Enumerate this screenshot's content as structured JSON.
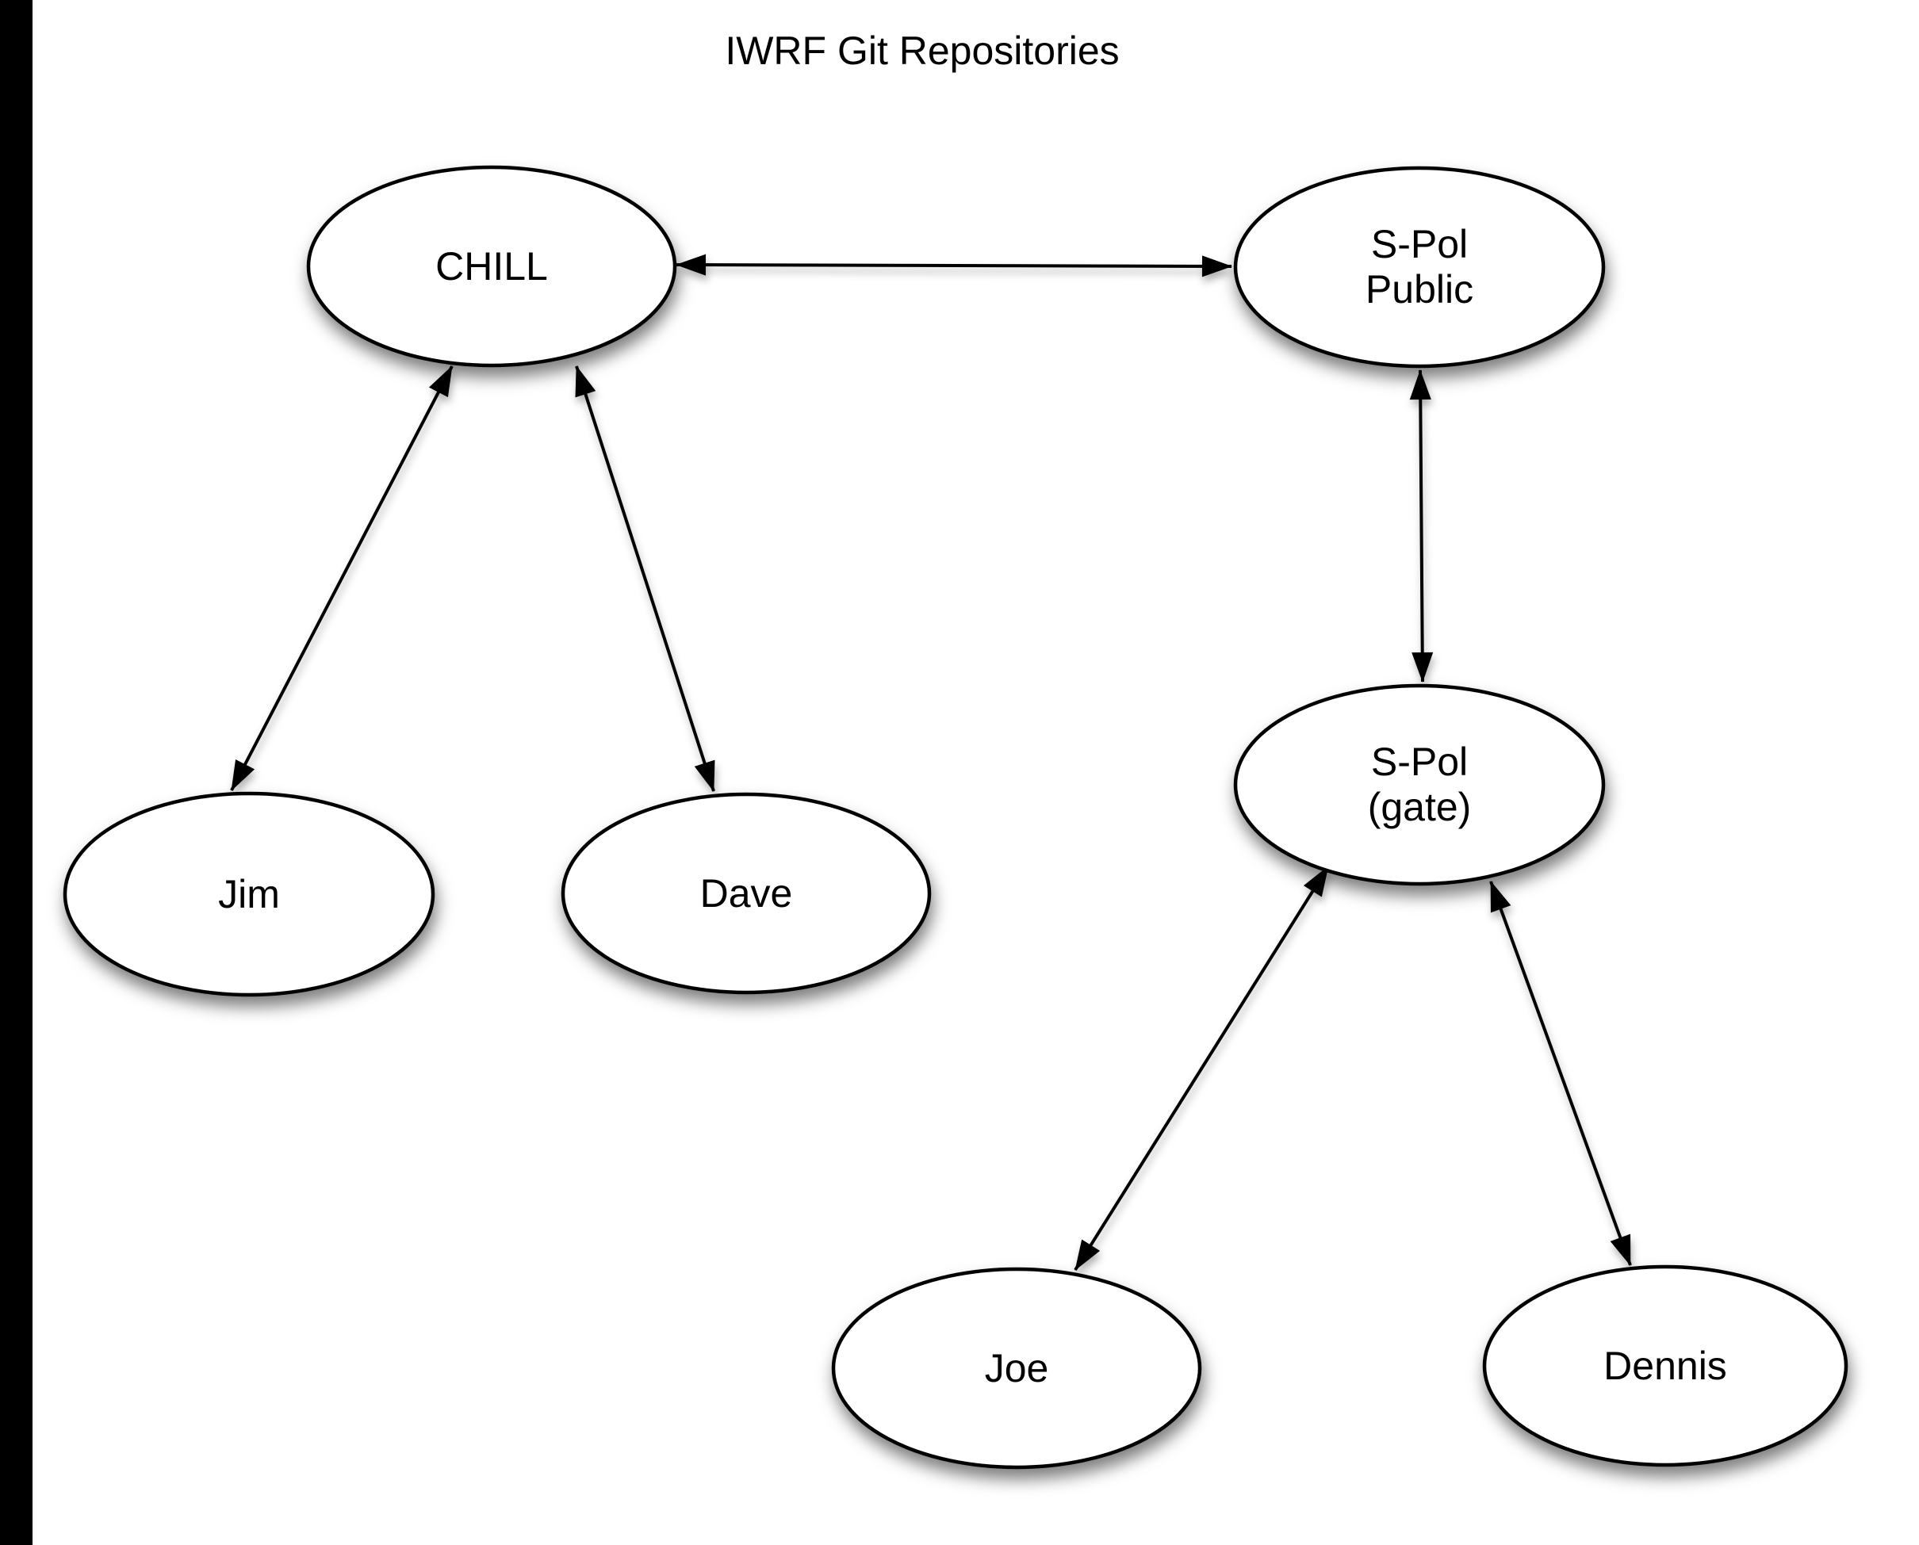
{
  "title": "IWRF Git Repositories",
  "colors": {
    "background": "#ffffff",
    "left_bar": "#000000",
    "node_fill": "#ffffff",
    "node_stroke": "#000000",
    "edge_stroke": "#000000",
    "text": "#000000"
  },
  "nodes": {
    "chill": {
      "id": "chill",
      "lines": [
        "CHILL"
      ]
    },
    "spolPublic": {
      "id": "spol-public",
      "lines": [
        "S-Pol",
        "Public"
      ]
    },
    "jim": {
      "id": "jim",
      "lines": [
        "Jim"
      ]
    },
    "dave": {
      "id": "dave",
      "lines": [
        "Dave"
      ]
    },
    "spolGate": {
      "id": "spol-gate",
      "lines": [
        "S-Pol",
        "(gate)"
      ]
    },
    "joe": {
      "id": "joe",
      "lines": [
        "Joe"
      ]
    },
    "dennis": {
      "id": "dennis",
      "lines": [
        "Dennis"
      ]
    }
  },
  "edges": [
    {
      "from": "CHILL",
      "to": "S-Pol Public",
      "direction": "bidirectional"
    },
    {
      "from": "CHILL",
      "to": "Jim",
      "direction": "bidirectional"
    },
    {
      "from": "CHILL",
      "to": "Dave",
      "direction": "bidirectional"
    },
    {
      "from": "S-Pol Public",
      "to": "S-Pol (gate)",
      "direction": "bidirectional"
    },
    {
      "from": "S-Pol (gate)",
      "to": "Joe",
      "direction": "bidirectional"
    },
    {
      "from": "S-Pol (gate)",
      "to": "Dennis",
      "direction": "bidirectional"
    }
  ]
}
